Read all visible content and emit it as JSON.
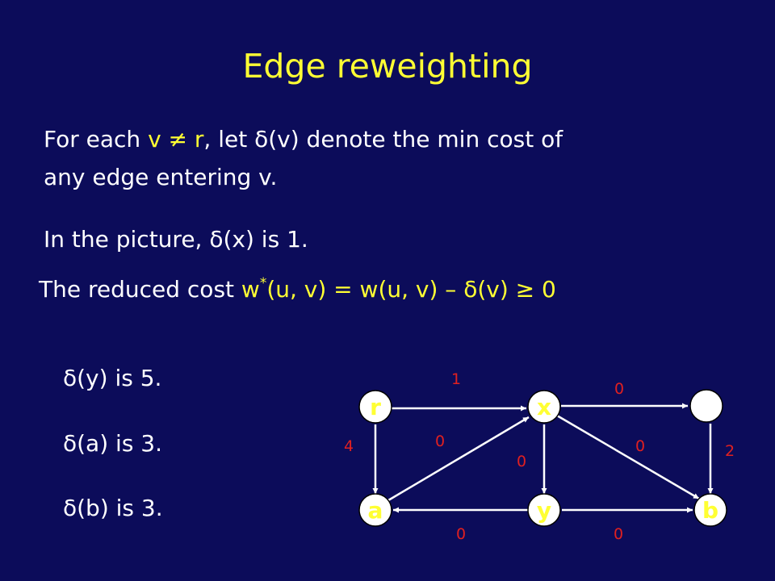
{
  "title": "Edge reweighting",
  "para1": {
    "line1_pre": "For each ",
    "line1_hl": "v ≠ r",
    "line1_post": ", let δ(v) denote the min cost of",
    "line2": "any edge entering v."
  },
  "para2": "In the picture, δ(x) is 1.",
  "para3": {
    "pre": "The reduced cost ",
    "w": "w",
    "star": "*",
    "formula": "(u, v) = w(u, v) – δ(v) ≥ 0"
  },
  "deltas": [
    "δ(y) is 5.",
    "δ(a) is 3.",
    "δ(b) is 3."
  ],
  "graph": {
    "nodes": [
      {
        "id": "r",
        "label": "r"
      },
      {
        "id": "x",
        "label": "x"
      },
      {
        "id": "t",
        "label": ""
      },
      {
        "id": "a",
        "label": "a"
      },
      {
        "id": "y",
        "label": "y"
      },
      {
        "id": "b",
        "label": "b"
      }
    ],
    "edge_weights": {
      "r_x": "1",
      "x_t": "0",
      "r_a": "4",
      "a_x": "0",
      "x_y": "0",
      "x_b": "0",
      "t_b": "2",
      "y_a": "0",
      "y_b": "0"
    }
  },
  "colors": {
    "background": "#0c0c5a",
    "highlight": "#ffff33",
    "weight": "#e02020",
    "node_fill": "#ffffff",
    "node_label": "#ffff33"
  }
}
